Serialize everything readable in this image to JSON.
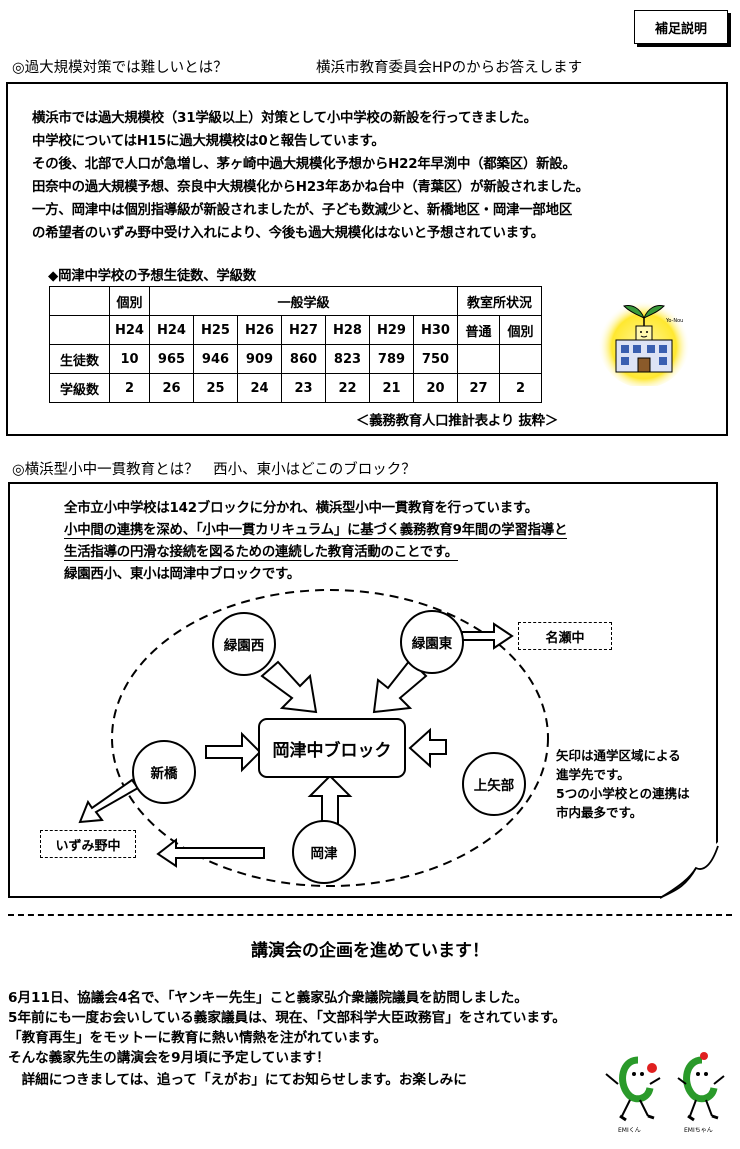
{
  "tag_label": "補足説明",
  "section1": {
    "heading": "◎過大規模対策では難しいとは？",
    "source": "横浜市教育委員会HPのからお答えします",
    "lines": [
      "横浜市では過大規模校（31学級以上）対策として小中学校の新設を行ってきました。",
      "中学校についてはH15に過大規模校は0と報告しています。",
      "その後、北部で人口が急増し、茅ヶ崎中過大規模化予想からH22年早渕中（都築区）新設。",
      "田奈中の過大規模予想、奈良中大規模化からH23年あかね台中（青葉区）が新設されました。",
      "一方、岡津中は個別指導級が新設されましたが、子ども数減少と、新橋地区・岡津一部地区",
      "の希望者のいずみ野中受け入れにより、今後も過大規模化はないと予想されています。"
    ],
    "table_title": "◆岡津中学校の予想生徒数、学級数",
    "table": {
      "group_headers": [
        "",
        "個別",
        "一般学級",
        "教室所状況"
      ],
      "sub_headers": [
        "",
        "H24",
        "H24",
        "H25",
        "H26",
        "H27",
        "H28",
        "H29",
        "H30",
        "普通",
        "個別"
      ],
      "rows": [
        {
          "label": "生徒数",
          "cells": [
            "10",
            "965",
            "946",
            "909",
            "860",
            "823",
            "789",
            "750",
            "",
            ""
          ]
        },
        {
          "label": "学級数",
          "cells": [
            "2",
            "26",
            "25",
            "24",
            "23",
            "22",
            "21",
            "20",
            "27",
            "2"
          ]
        }
      ]
    },
    "table_note": "＜義務教育人口推計表より 抜粋＞",
    "school_logo_text": "Yo-Nou"
  },
  "section2": {
    "heading": "◎横浜型小中一貫教育とは？　西小、東小はどこのブロック？",
    "lines": [
      "全市立小中学校は142ブロックに分かれ、横浜型小中一貫教育を行っています。",
      "小中間の連携を深め、「小中一貫カリキュラム」に基づく義務教育9年間の学習指導と",
      "生活指導の円滑な接続を図るための連続した教育活動のことです。",
      "緑園西小、東小は岡津中ブロックです。"
    ],
    "diagram": {
      "center": "岡津中ブロック",
      "schools": [
        "緑園西",
        "緑園東",
        "新橋",
        "上矢部",
        "岡津"
      ],
      "external": [
        "名瀬中",
        "いずみ野中"
      ]
    },
    "note_lines": [
      "矢印は通学区域による",
      "進学先です。",
      "5つの小学校との連携は",
      "市内最多です。"
    ]
  },
  "section3": {
    "heading": "講演会の企画を進めています！",
    "lines": [
      "6月11日、協議会4名で、「ヤンキー先生」こと義家弘介衆議院議員を訪問しました。",
      "5年前にも一度お会いしている義家議員は、現在、「文部科学大臣政務官」をされています。",
      "「教育再生」をモットーに教育に熱い情熱を注がれています。",
      "そんな義家先生の講演会を9月頃に予定しています！",
      "　詳細につきましては、追って「えがお」にてお知らせします。お楽しみに"
    ],
    "mascot_labels": [
      "EMIくん",
      "EMIちゃん"
    ]
  }
}
